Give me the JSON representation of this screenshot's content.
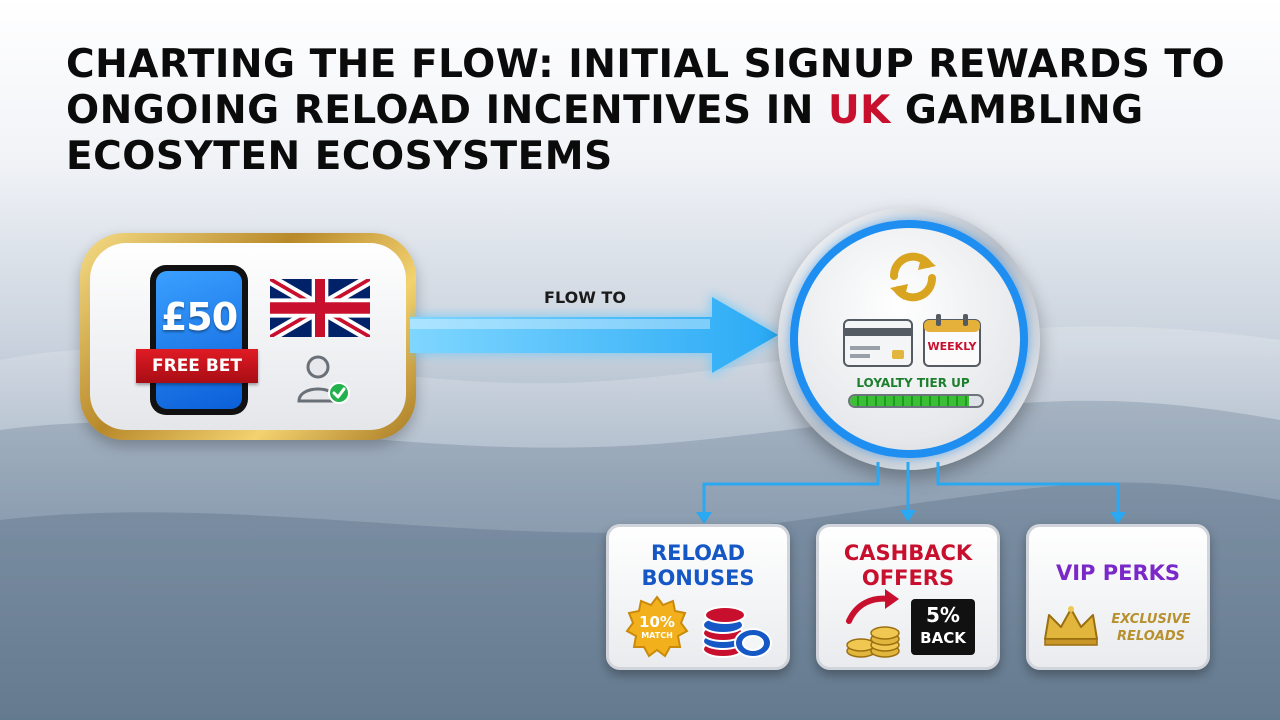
{
  "title": {
    "line1": "CHARTING THE FLOW: INITIAL SIGNUP REWARDS TO",
    "line2_before": "ONGOING RELOAD INCENTIVES IN ",
    "line2_accent": "UK",
    "line2_after": " GAMBLING",
    "line3": "ECOSYTEN ECOSYSTEMS"
  },
  "signup": {
    "amount": "£50",
    "ribbon": "FREE BET"
  },
  "flow_label": "FLOW TO",
  "hub": {
    "calendar_label": "WEEKLY",
    "loyalty_label": "LOYALTY TIER UP",
    "loyalty_progress": 0.9
  },
  "rewards": {
    "reload": {
      "line1": "RELOAD",
      "line2": "BONUSES",
      "badge_pct": "10%",
      "badge_sub": "MATCH"
    },
    "cashback": {
      "line1": "CASHBACK",
      "line2": "OFFERS",
      "pct": "5%",
      "word": "BACK"
    },
    "vip": {
      "title": "VIP PERKS",
      "line1": "EXCLUSIVE",
      "line2": "RELOADS"
    }
  },
  "colors": {
    "accent_red": "#c8102e",
    "flow_blue": "#1f8ef1",
    "gold": "#c9a23a",
    "reload_blue": "#1657c6",
    "vip_purple": "#7a28c8",
    "loyalty_green": "#1d7f2e"
  },
  "icons": {
    "phone": "smartphone-icon",
    "flag": "uk-flag-icon",
    "user": "verified-user-icon",
    "refresh": "refresh-icon",
    "card": "credit-card-icon",
    "calendar": "calendar-icon",
    "badge": "starburst-badge-icon",
    "chips": "casino-chips-icon",
    "coins": "coin-stack-icon",
    "crown": "crown-icon"
  }
}
